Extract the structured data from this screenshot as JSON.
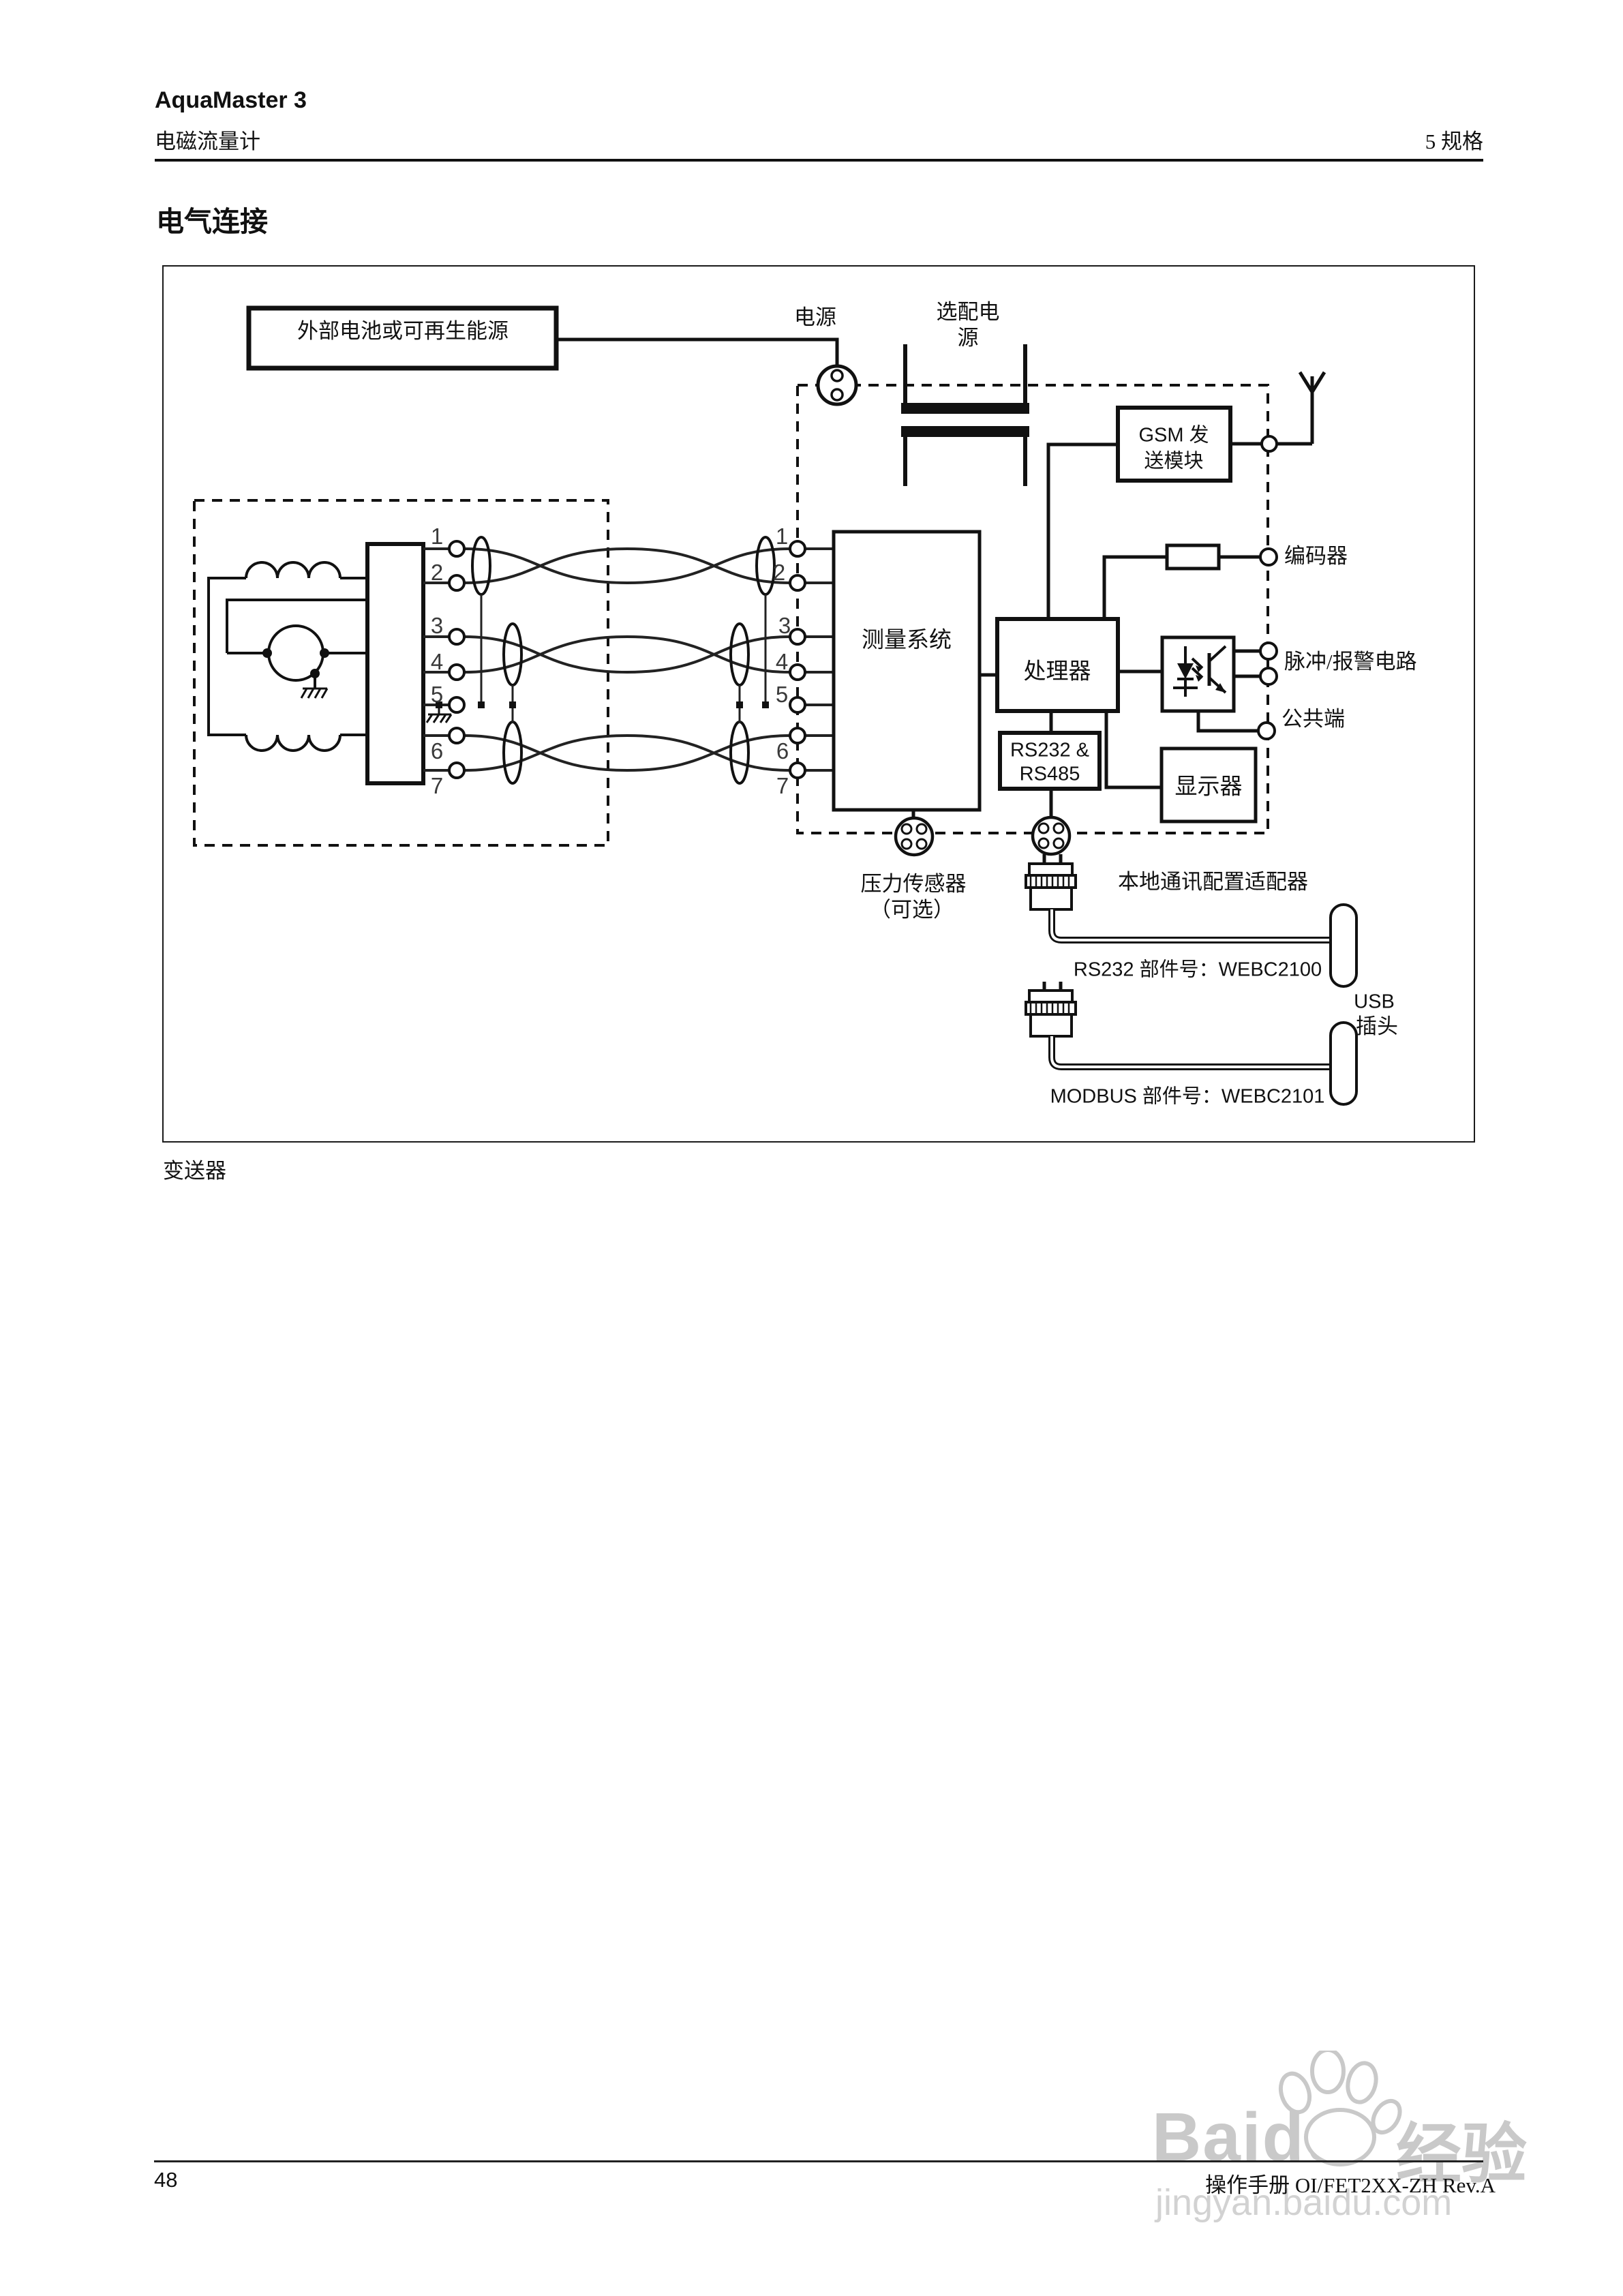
{
  "header": {
    "product": "AquaMaster 3",
    "subtitle": "电磁流量计",
    "chapter": "5  规格"
  },
  "section_title": "电气连接",
  "caption": "变送器",
  "footer": {
    "page": "48",
    "manual": "操作手册 OI/FET2XX-ZH Rev.A"
  },
  "watermark": {
    "brand": "Baidu",
    "suffix": "经验",
    "url": "jingyan.baidu.com"
  },
  "diagram": {
    "external_power": "外部电池或可再生能源",
    "power": "电源",
    "optional_power_1": "选配电",
    "optional_power_2": "源",
    "gsm_1": "GSM 发",
    "gsm_2": "送模块",
    "measurement_system": "测量系统",
    "processor": "处理器",
    "rs_1": "RS232 &",
    "rs_2": "RS485",
    "display": "显示器",
    "encoder": "编码器",
    "pulse_alarm": "脉冲/报警电路",
    "common": "公共端",
    "pressure_1": "压力传感器",
    "pressure_2": "（可选）",
    "adapter": "本地通讯配置适配器",
    "rs232_part": "RS232 部件号：WEBC2100",
    "modbus_part": "MODBUS 部件号：WEBC2101",
    "usb_1": "USB",
    "usb_2": "插头",
    "left_terminals": [
      "1",
      "2",
      "3",
      "4",
      "5",
      "6",
      "7"
    ],
    "right_terminals": [
      "1",
      "2",
      "3",
      "4",
      "5",
      "6",
      "7"
    ]
  }
}
